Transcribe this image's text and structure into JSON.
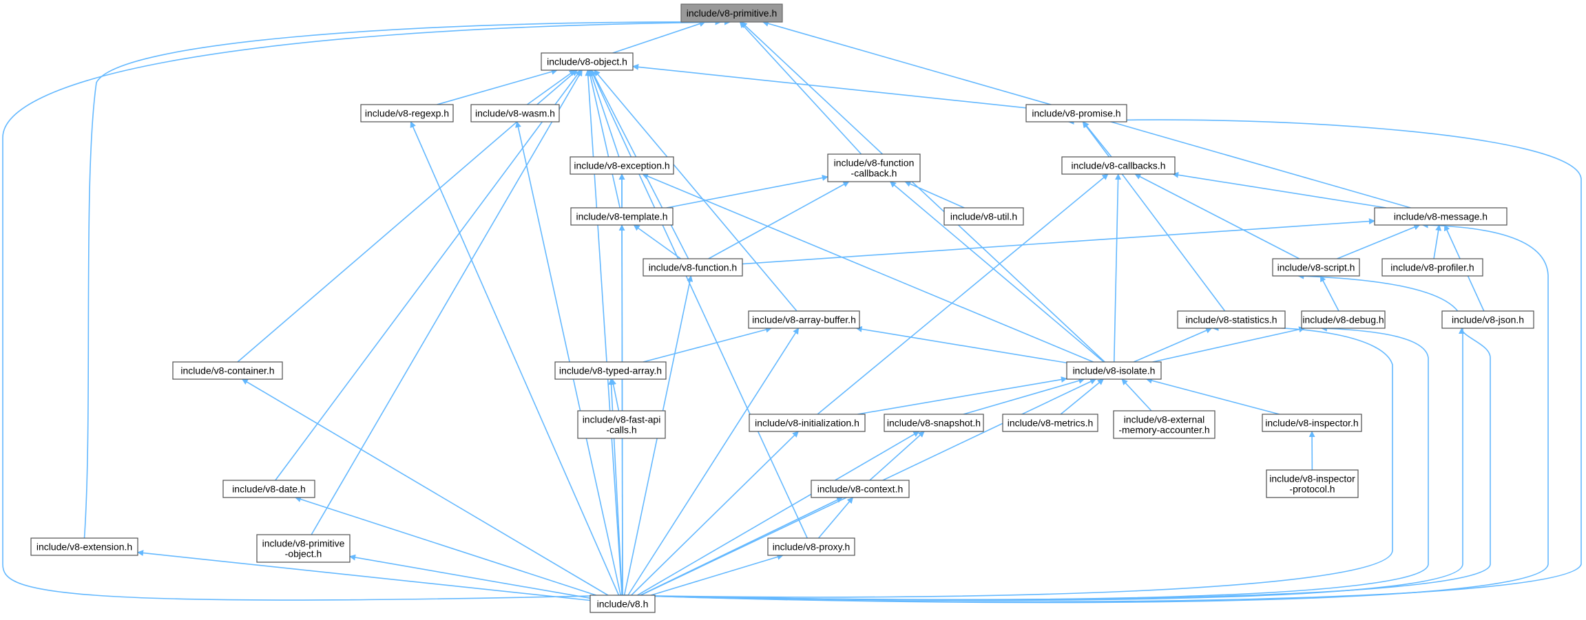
{
  "colors": {
    "edge": "#63b8ff",
    "node_border": "#4d4d4d",
    "root_fill": "#999999"
  },
  "nodes": {
    "primitive": [
      "include/v8-primitive.h"
    ],
    "object": [
      "include/v8-object.h"
    ],
    "regexp": [
      "include/v8-regexp.h"
    ],
    "wasm": [
      "include/v8-wasm.h"
    ],
    "promise": [
      "include/v8-promise.h"
    ],
    "function_callback": [
      "include/v8-function",
      "-callback.h"
    ],
    "callbacks": [
      "include/v8-callbacks.h"
    ],
    "exception": [
      "include/v8-exception.h"
    ],
    "template": [
      "include/v8-template.h"
    ],
    "util": [
      "include/v8-util.h"
    ],
    "message": [
      "include/v8-message.h"
    ],
    "function": [
      "include/v8-function.h"
    ],
    "script": [
      "include/v8-script.h"
    ],
    "profiler": [
      "include/v8-profiler.h"
    ],
    "array_buffer": [
      "include/v8-array-buffer.h"
    ],
    "statistics": [
      "include/v8-statistics.h"
    ],
    "debug": [
      "include/v8-debug.h"
    ],
    "json": [
      "include/v8-json.h"
    ],
    "container": [
      "include/v8-container.h"
    ],
    "typed_array": [
      "include/v8-typed-array.h"
    ],
    "isolate": [
      "include/v8-isolate.h"
    ],
    "fast_api": [
      "include/v8-fast-api",
      "-calls.h"
    ],
    "initialization": [
      "include/v8-initialization.h"
    ],
    "snapshot": [
      "include/v8-snapshot.h"
    ],
    "metrics": [
      "include/v8-metrics.h"
    ],
    "external_mem": [
      "include/v8-external",
      "-memory-accounter.h"
    ],
    "inspector": [
      "include/v8-inspector.h"
    ],
    "inspector_protocol": [
      "include/v8-inspector",
      "-protocol.h"
    ],
    "date": [
      "include/v8-date.h"
    ],
    "context": [
      "include/v8-context.h"
    ],
    "extension": [
      "include/v8-extension.h"
    ],
    "primitive_object": [
      "include/v8-primitive",
      "-object.h"
    ],
    "proxy": [
      "include/v8-proxy.h"
    ],
    "v8": [
      "include/v8.h"
    ]
  },
  "edges": [
    [
      "object",
      "primitive"
    ],
    [
      "function_callback",
      "primitive"
    ],
    [
      "isolate",
      "primitive"
    ],
    [
      "message",
      "primitive"
    ],
    [
      "extension",
      "primitive"
    ],
    [
      "v8",
      "primitive"
    ],
    [
      "regexp",
      "object"
    ],
    [
      "wasm",
      "object"
    ],
    [
      "promise",
      "object"
    ],
    [
      "exception",
      "object"
    ],
    [
      "template",
      "object"
    ],
    [
      "function",
      "object"
    ],
    [
      "array_buffer",
      "object"
    ],
    [
      "container",
      "object"
    ],
    [
      "date",
      "object"
    ],
    [
      "primitive_object",
      "object"
    ],
    [
      "proxy",
      "object"
    ],
    [
      "v8",
      "object"
    ],
    [
      "callbacks",
      "promise"
    ],
    [
      "statistics",
      "promise"
    ],
    [
      "v8",
      "promise"
    ],
    [
      "template",
      "function_callback"
    ],
    [
      "function",
      "function_callback"
    ],
    [
      "util",
      "function_callback"
    ],
    [
      "isolate",
      "function_callback"
    ],
    [
      "message",
      "callbacks"
    ],
    [
      "script",
      "callbacks"
    ],
    [
      "isolate",
      "callbacks"
    ],
    [
      "initialization",
      "callbacks"
    ],
    [
      "template",
      "exception"
    ],
    [
      "isolate",
      "exception"
    ],
    [
      "v8",
      "exception"
    ],
    [
      "function",
      "template"
    ],
    [
      "v8",
      "template"
    ],
    [
      "function",
      "message"
    ],
    [
      "script",
      "message"
    ],
    [
      "profiler",
      "message"
    ],
    [
      "json",
      "message"
    ],
    [
      "v8",
      "message"
    ],
    [
      "v8",
      "function"
    ],
    [
      "debug",
      "script"
    ],
    [
      "v8",
      "script"
    ],
    [
      "typed_array",
      "array_buffer"
    ],
    [
      "isolate",
      "array_buffer"
    ],
    [
      "v8",
      "array_buffer"
    ],
    [
      "isolate",
      "statistics"
    ],
    [
      "v8",
      "statistics"
    ],
    [
      "isolate",
      "debug"
    ],
    [
      "v8",
      "debug"
    ],
    [
      "v8",
      "json"
    ],
    [
      "v8",
      "container"
    ],
    [
      "fast_api",
      "typed_array"
    ],
    [
      "v8",
      "typed_array"
    ],
    [
      "initialization",
      "isolate"
    ],
    [
      "snapshot",
      "isolate"
    ],
    [
      "metrics",
      "isolate"
    ],
    [
      "external_mem",
      "isolate"
    ],
    [
      "inspector",
      "isolate"
    ],
    [
      "v8",
      "isolate"
    ],
    [
      "v8",
      "initialization"
    ],
    [
      "context",
      "snapshot"
    ],
    [
      "v8",
      "snapshot"
    ],
    [
      "inspector_protocol",
      "inspector"
    ],
    [
      "v8",
      "date"
    ],
    [
      "proxy",
      "context"
    ],
    [
      "v8",
      "context"
    ],
    [
      "v8",
      "extension"
    ],
    [
      "v8",
      "primitive_object"
    ],
    [
      "v8",
      "proxy"
    ],
    [
      "v8",
      "regexp"
    ],
    [
      "v8",
      "wasm"
    ]
  ]
}
